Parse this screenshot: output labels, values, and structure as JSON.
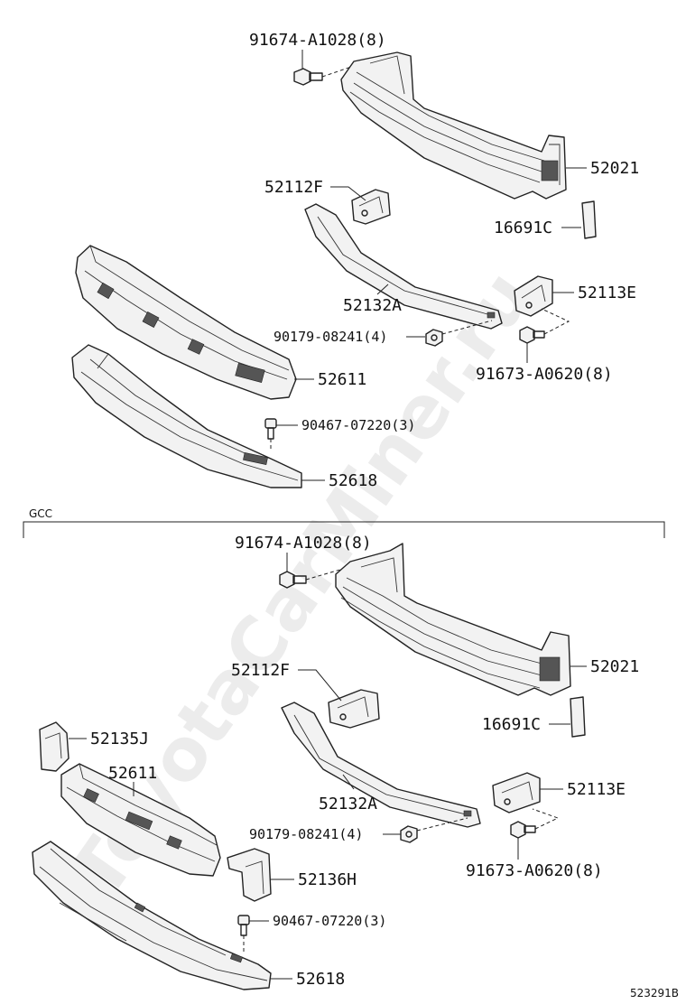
{
  "watermark": "ToyotaCarMiner.ru",
  "section_label": "GCC",
  "diagram_code": "523291B",
  "top": {
    "bolt_upper": "91674-A1028(8)",
    "reinforcement": "52021",
    "bracket_left": "52112F",
    "spacer": "16691C",
    "retainer_bar": "52132A",
    "bracket_right": "52113E",
    "nut": "90179-08241(4)",
    "bolt_lower": "91673-A0620(8)",
    "absorber": "52611",
    "clip": "90467-07220(3)",
    "lower_absorber": "52618"
  },
  "bottom": {
    "bolt_upper": "91674-A1028(8)",
    "reinforcement": "52021",
    "bracket_left": "52112F",
    "spacer": "16691C",
    "side_bracket": "52135J",
    "absorber": "52611",
    "retainer_bar": "52132A",
    "bracket_right": "52113E",
    "nut": "90179-08241(4)",
    "bolt_lower": "91673-A0620(8)",
    "center_bracket": "52136H",
    "clip": "90467-07220(3)",
    "lower_absorber": "52618"
  }
}
